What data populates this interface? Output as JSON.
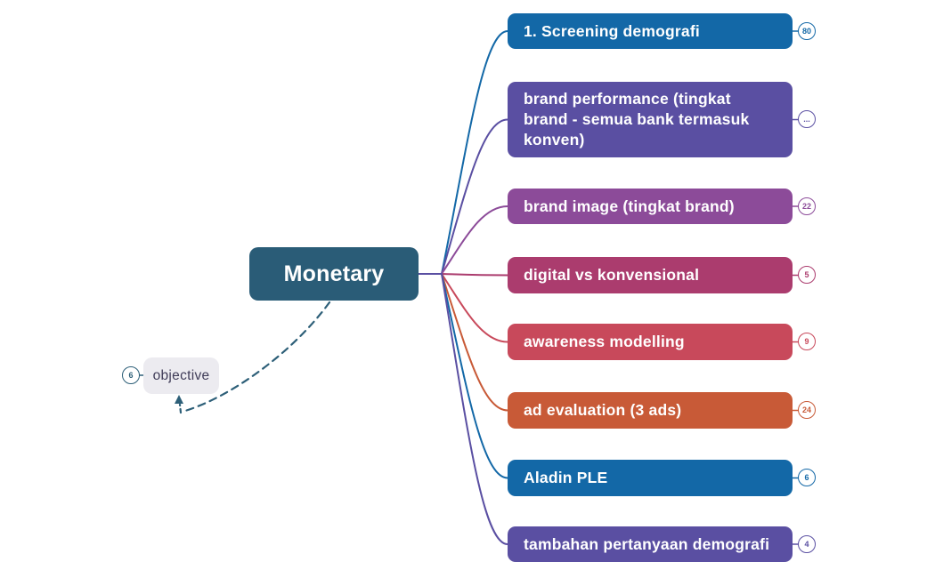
{
  "root": {
    "label": "Monetary",
    "color": "#2a5c77",
    "text_color": "#ffffff"
  },
  "nodes": [
    {
      "label": "1. Screening demografi",
      "badge": "80",
      "color": "#1368a7"
    },
    {
      "label": "brand performance (tingkat brand - semua bank termasuk konven)",
      "badge": "...",
      "color": "#5a4fa2"
    },
    {
      "label": "brand image (tingkat brand)",
      "badge": "22",
      "color": "#8c4b99"
    },
    {
      "label": "digital vs konvensional",
      "badge": "5",
      "color": "#ab3c6e"
    },
    {
      "label": "awareness modelling",
      "badge": "9",
      "color": "#c8495b"
    },
    {
      "label": "ad evaluation (3 ads)",
      "badge": "24",
      "color": "#c85a37"
    },
    {
      "label": "Aladin PLE",
      "badge": "6",
      "color": "#1368a7"
    },
    {
      "label": "tambahan pertanyaan demografi",
      "badge": "4",
      "color": "#5a4fa2"
    }
  ],
  "floating": {
    "label": "objective",
    "badge": "6",
    "bg": "#ecebf0",
    "text_color": "#3f3c58",
    "accent": "#2d5f78"
  }
}
